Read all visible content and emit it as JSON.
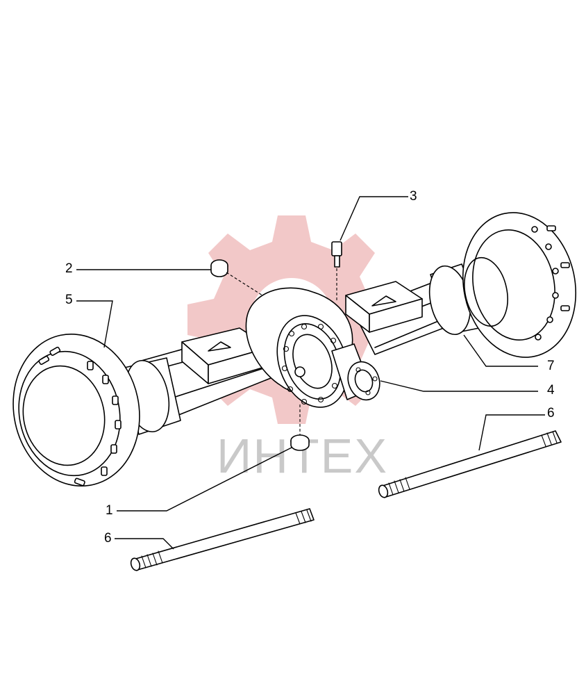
{
  "watermark": {
    "text": "ИНТЕХ",
    "gear_color": "#e89a9a"
  },
  "callouts": [
    {
      "label": "1",
      "part": "drain-plug"
    },
    {
      "label": "2",
      "part": "filler-plug"
    },
    {
      "label": "3",
      "part": "breather"
    },
    {
      "label": "4",
      "part": "input-flange"
    },
    {
      "label": "5",
      "part": "left-wheel-hub"
    },
    {
      "label": "6",
      "part": "axle-shaft-left"
    },
    {
      "label": "6",
      "part": "axle-shaft-right"
    },
    {
      "label": "7",
      "part": "right-wheel-hub"
    }
  ]
}
